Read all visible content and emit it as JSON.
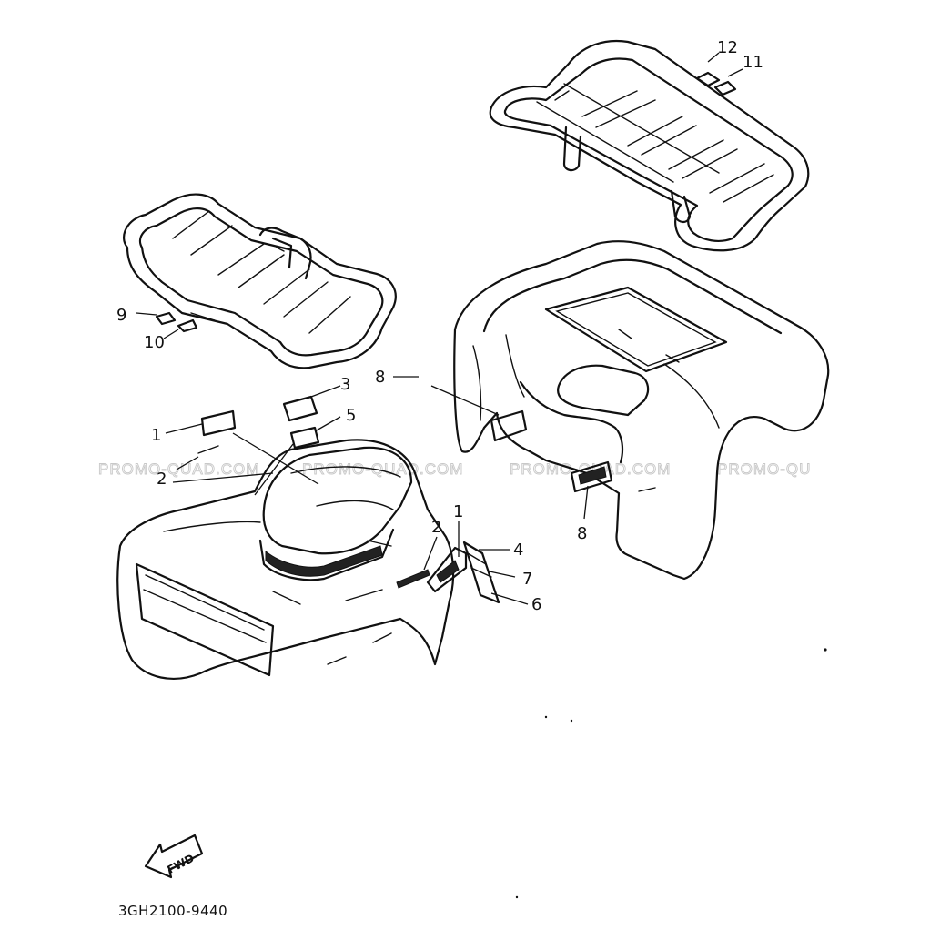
{
  "diagram": {
    "part_number": "3GH2100-9440",
    "fwd_label": "FWD",
    "watermarks": [
      "PROMO-QUAD.COM",
      "PROMO-QUAD.COM",
      "PROMO-QUAD.COM",
      "PROMO-QU"
    ],
    "callouts": {
      "c1a": "1",
      "c1b": "1",
      "c2a": "2",
      "c2b": "2",
      "c3": "3",
      "c4": "4",
      "c5": "5",
      "c6": "6",
      "c7": "7",
      "c8a": "8",
      "c8b": "8",
      "c9": "9",
      "c10": "10",
      "c11": "11",
      "c12": "12"
    }
  }
}
